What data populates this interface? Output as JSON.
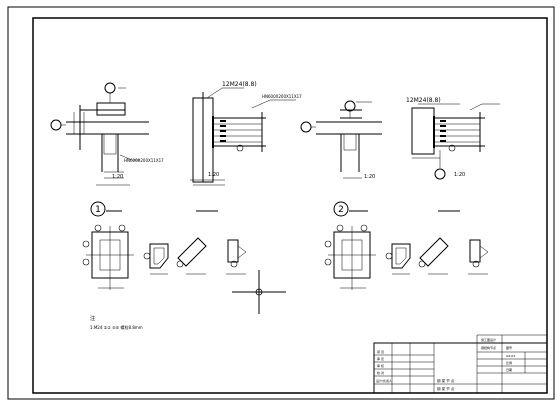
{
  "sheet": {
    "title_block": {
      "label_top_right": "施工图设计",
      "row2_left": "钢结构节点",
      "row2_right": "图号",
      "row4": "GZ-03",
      "row5": "比例",
      "row6": "日期",
      "left_labels": [
        "项 目",
        "审 定",
        "审 核",
        "校 对",
        "设计/负责人"
      ],
      "bottom_left": "钢 梁 节 点",
      "bottom_mid": "钢 梁 节 点"
    },
    "details": {
      "scale_a": "1:20",
      "scale_b": "1:20",
      "scale_c": "1:20",
      "scale_d": "1:20",
      "bolt_note_1": "12M24(8.8)",
      "bolt_note_2": "12M24(8.8)",
      "beam_note_1": "HN600X200X11X17",
      "beam_note_2": "HN600X200X11X17",
      "marker_1": "1",
      "marker_2": "2"
    },
    "note": {
      "title": "注",
      "line": "1.M24 ②② ⑤⑤ 螺栓8.8mm"
    }
  }
}
